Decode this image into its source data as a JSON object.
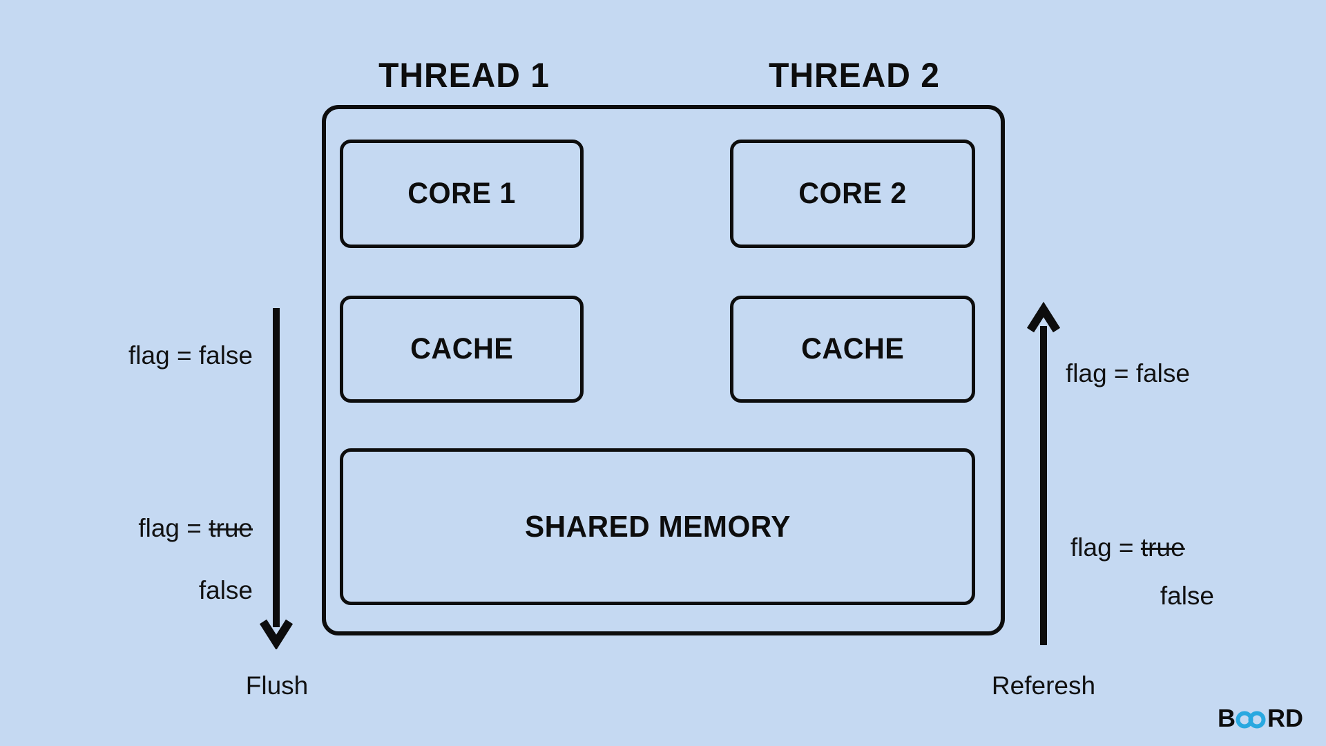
{
  "theme": {
    "background": "#c5d9f2",
    "ink": "#0d0d0d",
    "logo_blue": "#29a8e0"
  },
  "headers": {
    "thread1": "THREAD 1",
    "thread2": "THREAD 2"
  },
  "boxes": {
    "core1": "CORE 1",
    "core2": "CORE 2",
    "cache1": "CACHE",
    "cache2": "CACHE",
    "shared_memory": "SHARED MEMORY"
  },
  "left_annotation": {
    "initial": "flag = false",
    "update_prefix": "flag =",
    "update_old_value": "true",
    "update_new_value": "false",
    "action": "Flush"
  },
  "right_annotation": {
    "initial": "flag = false",
    "update_prefix": "flag =",
    "update_old_value": "true",
    "update_new_value": "false",
    "action": "Referesh"
  },
  "logo": {
    "prefix": "B",
    "suffix": "RD"
  }
}
